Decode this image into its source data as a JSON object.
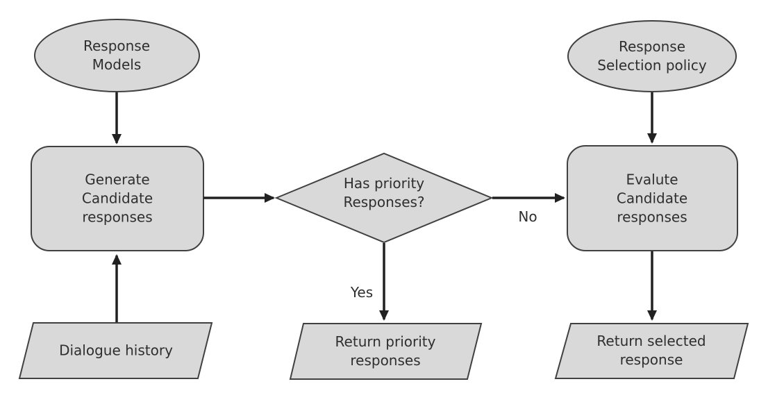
{
  "diagram": {
    "type": "flowchart",
    "colors": {
      "shape_fill": "#d9d9d9",
      "shape_stroke": "#404040",
      "arrow": "#212121",
      "text": "#2e2e2e",
      "background": "#ffffff"
    },
    "nodes": {
      "response_models": {
        "type": "ellipse",
        "lines": [
          "Response",
          "Models"
        ]
      },
      "response_selection_policy": {
        "type": "ellipse",
        "lines": [
          "Response",
          "Selection policy"
        ]
      },
      "generate_candidate_responses": {
        "type": "rounded-rect",
        "lines": [
          "Generate",
          "Candidate",
          "responses"
        ]
      },
      "has_priority_responses": {
        "type": "diamond",
        "lines": [
          "Has priority",
          "Responses?"
        ]
      },
      "evaluate_candidate_responses": {
        "type": "rounded-rect",
        "lines": [
          "Evalute",
          "Candidate",
          "responses"
        ]
      },
      "dialogue_history": {
        "type": "parallelogram",
        "lines": [
          "Dialogue history"
        ]
      },
      "return_priority_responses": {
        "type": "parallelogram",
        "lines": [
          "Return priority",
          "responses"
        ]
      },
      "return_selected_response": {
        "type": "parallelogram",
        "lines": [
          "Return selected",
          "response"
        ]
      }
    },
    "edges": [
      {
        "from": "response_models",
        "to": "generate_candidate_responses",
        "label": ""
      },
      {
        "from": "dialogue_history",
        "to": "generate_candidate_responses",
        "label": ""
      },
      {
        "from": "generate_candidate_responses",
        "to": "has_priority_responses",
        "label": ""
      },
      {
        "from": "has_priority_responses",
        "to": "evaluate_candidate_responses",
        "label": "No"
      },
      {
        "from": "has_priority_responses",
        "to": "return_priority_responses",
        "label": "Yes"
      },
      {
        "from": "response_selection_policy",
        "to": "evaluate_candidate_responses",
        "label": ""
      },
      {
        "from": "evaluate_candidate_responses",
        "to": "return_selected_response",
        "label": ""
      }
    ]
  }
}
